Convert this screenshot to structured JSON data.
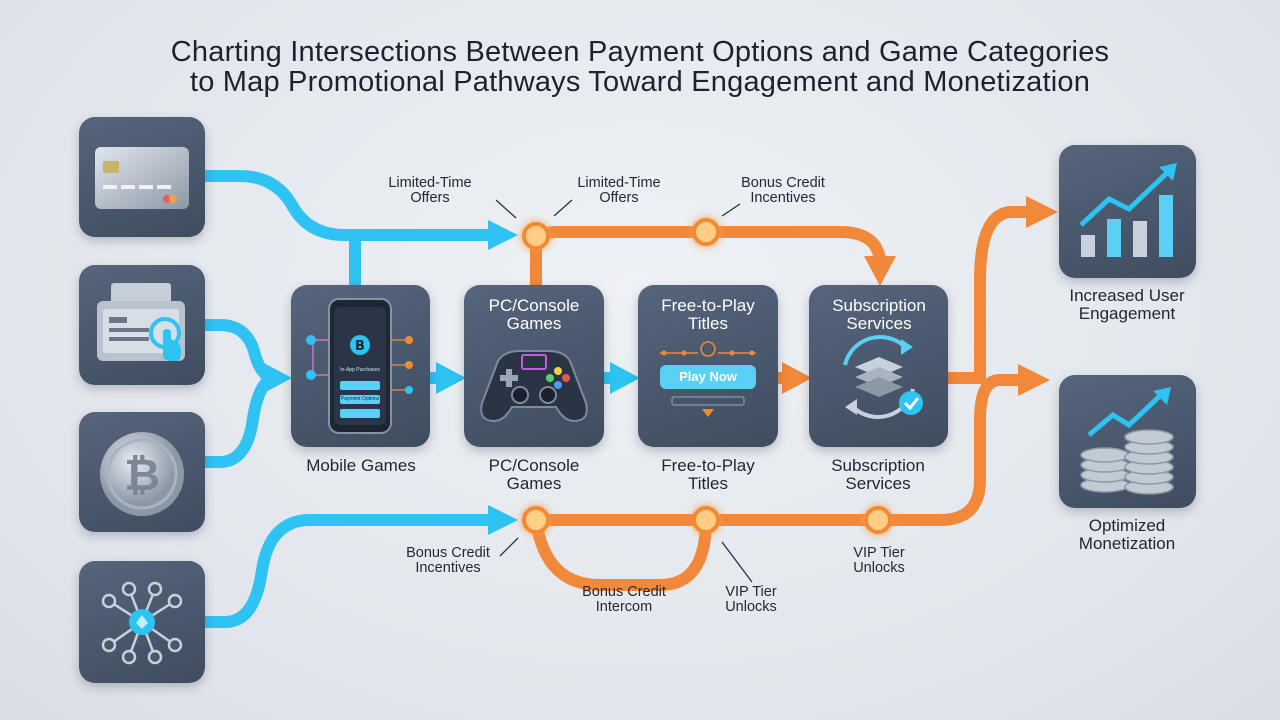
{
  "title": {
    "line1": "Charting Intersections Between Payment Options and Game Categories",
    "line2": "to Map Promotional Pathways Toward Engagement and Monetization"
  },
  "payment_options": [
    {
      "icon": "credit-card-icon"
    },
    {
      "icon": "digital-wallet-icon"
    },
    {
      "icon": "bitcoin-icon"
    },
    {
      "icon": "blockchain-network-icon"
    }
  ],
  "game_categories": {
    "mobile": {
      "caption": "Mobile Games",
      "screen_line1": "In-App Purchases",
      "screen_line2": "Payment Options"
    },
    "pc_console": {
      "title_l1": "PC/Console",
      "title_l2": "Games",
      "caption_l1": "PC/Console",
      "caption_l2": "Games"
    },
    "f2p": {
      "title_l1": "Free-to-Play",
      "title_l2": "Titles",
      "button": "Play Now",
      "caption_l1": "Free-to-Play",
      "caption_l2": "Titles"
    },
    "subscription": {
      "title_l1": "Subscription",
      "title_l2": "Services",
      "caption_l1": "Subscription",
      "caption_l2": "Services"
    }
  },
  "outcomes": {
    "engagement": {
      "l1": "Increased User",
      "l2": "Engagement"
    },
    "monetization": {
      "l1": "Optimized",
      "l2": "Monetization"
    }
  },
  "annotations": {
    "top_1": {
      "l1": "Limited-Time",
      "l2": "Offers"
    },
    "top_2": {
      "l1": "Limited-Time",
      "l2": "Offers"
    },
    "top_3": {
      "l1": "Bonus Credit",
      "l2": "Incentives"
    },
    "bottom_1": {
      "l1": "Bonus Credit",
      "l2": "Incentives"
    },
    "bottom_2": {
      "l1": "Bonus Credit",
      "l2": "Intercom"
    },
    "bottom_3": {
      "l1": "VIP Tier",
      "l2": "Unlocks"
    },
    "bottom_4": {
      "l1": "VIP Tier",
      "l2": "Unlocks"
    }
  },
  "colors": {
    "payment_flow": "#29bff0",
    "promo_flow": "#f28a30",
    "node_fill": "#ffd08a",
    "tile": "#4a586d"
  }
}
